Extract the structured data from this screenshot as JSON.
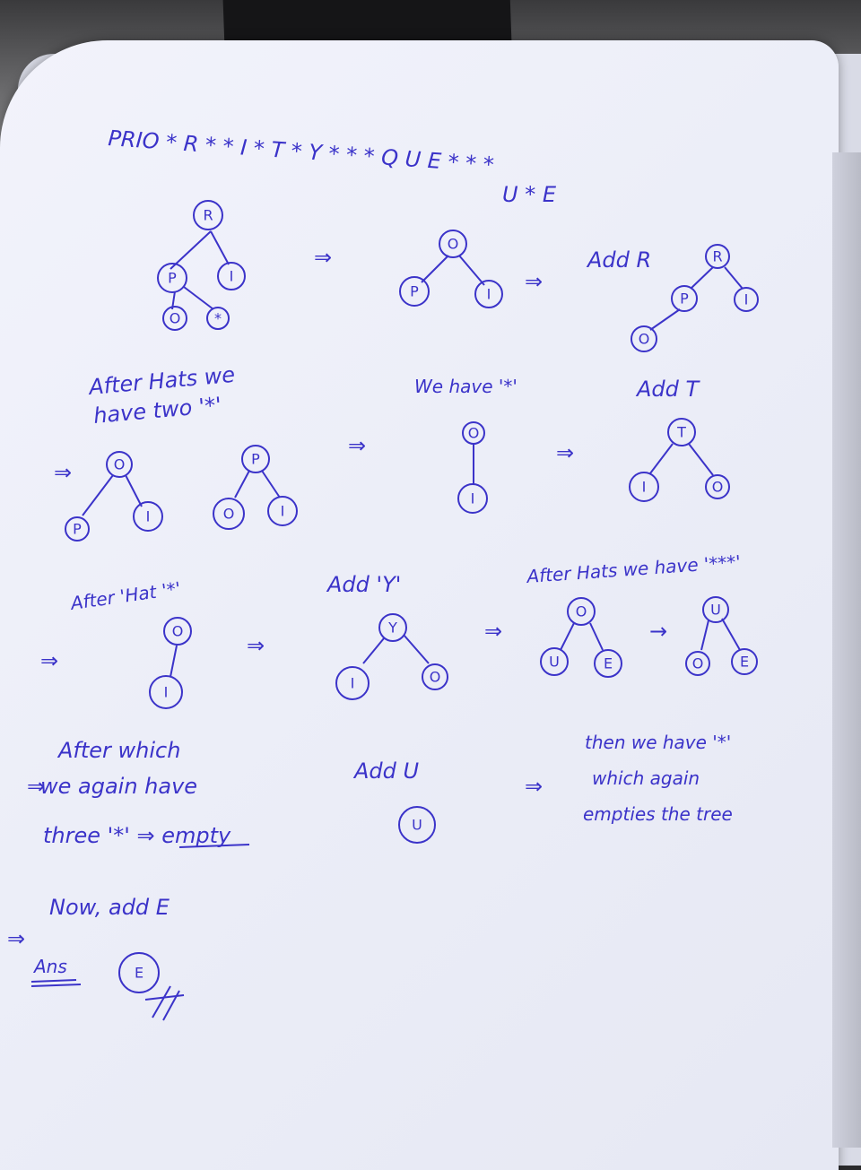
{
  "header": {
    "line1": "PRIO * R * * I * T * Y * * * Q U E * * *",
    "line2": "U * E"
  },
  "row1": {
    "tree1": {
      "nodes": [
        "R",
        "P",
        "I",
        "O",
        "*"
      ]
    },
    "tree2": {
      "nodes": [
        "O",
        "P",
        "I"
      ]
    },
    "label3": "Add R",
    "tree3": {
      "nodes": [
        "R",
        "P",
        "I",
        "O"
      ]
    }
  },
  "row2": {
    "note1_a": "After Hats we",
    "note1_b": "have two '*'",
    "note2": "We have '*'",
    "note3": "Add T",
    "tree1": {
      "nodes": [
        "O",
        "P",
        "I"
      ]
    },
    "tree2": {
      "nodes": [
        "P",
        "O",
        "I"
      ]
    },
    "tree3": {
      "nodes": [
        "O",
        "I"
      ]
    },
    "tree4": {
      "nodes": [
        "T",
        "I",
        "O"
      ]
    }
  },
  "row3": {
    "note1": "After 'Hat '*'",
    "note2": "Add 'Y'",
    "note3": "After Hats we have '***'",
    "tree1": {
      "nodes": [
        "O",
        "I"
      ]
    },
    "tree2": {
      "nodes": [
        "Y",
        "I",
        "O"
      ]
    },
    "tree3": {
      "nodes": [
        "O",
        "U",
        "E"
      ]
    },
    "tree4": {
      "nodes": [
        "U",
        "O",
        "E"
      ]
    }
  },
  "row4": {
    "note1_a": "After which",
    "note1_b": "we again have",
    "note1_c": "three '*' ⇒ empty",
    "note2": "Add U",
    "node": "U",
    "note3_a": "then we have '*'",
    "note3_b": "which again",
    "note3_c": "empties the tree"
  },
  "row5": {
    "note": "Now, add E",
    "ans_label": "Ans",
    "node": "E"
  },
  "colors": {
    "ink": "#3b33c9",
    "paper": "#eceef8"
  }
}
